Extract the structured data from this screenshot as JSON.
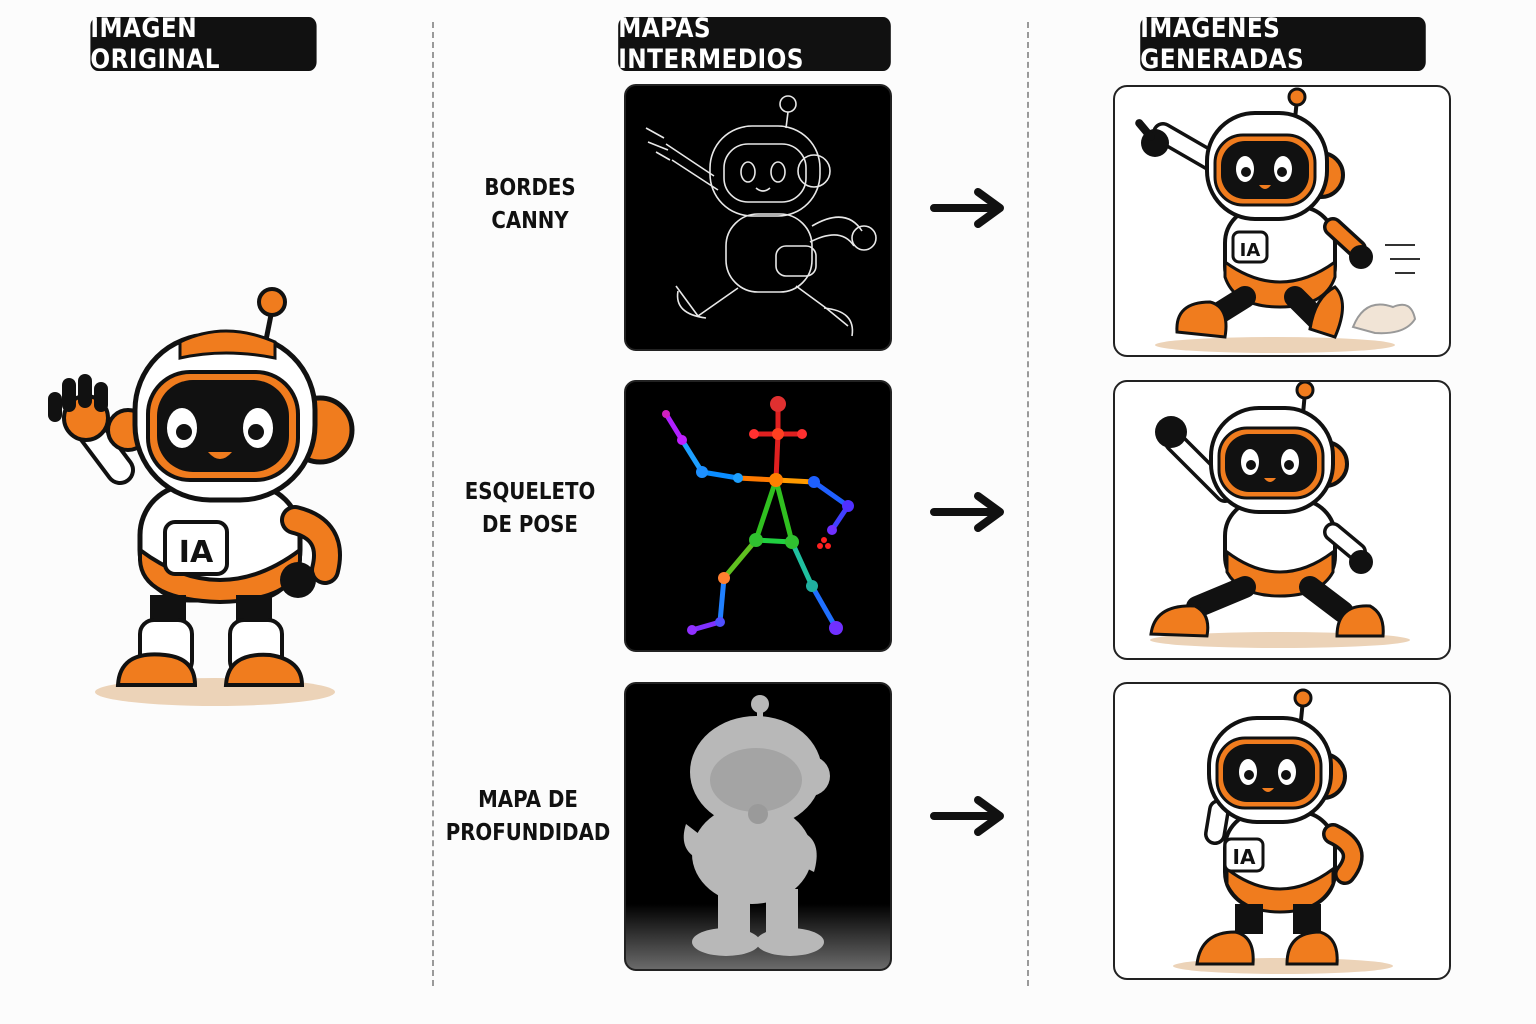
{
  "headers": {
    "original": "IMAGEN ORIGINAL",
    "intermediate": "MAPAS INTERMEDIOS",
    "generated": "IMÁGENES GENERADAS"
  },
  "rows": [
    {
      "label_line1": "BORDES",
      "label_line2": "CANNY"
    },
    {
      "label_line1": "ESQUELETO",
      "label_line2": "DE POSE"
    },
    {
      "label_line1": "MAPA DE",
      "label_line2": "PROFUNDIDAD"
    }
  ],
  "robot_badge": "IA",
  "colors": {
    "accent_orange": "#f07c1e",
    "dark": "#111111",
    "background": "#fcfcfc"
  }
}
